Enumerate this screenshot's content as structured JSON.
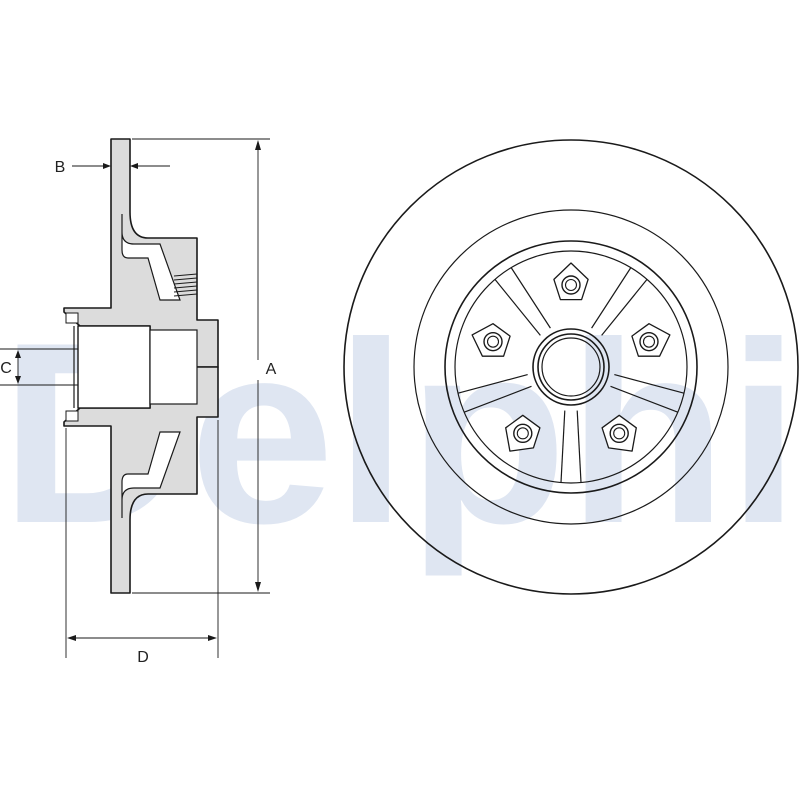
{
  "watermark": {
    "text": "Delphi",
    "color": "#dfe6f2"
  },
  "dimensions": {
    "A": "A",
    "B": "B",
    "C": "C",
    "D": "D"
  },
  "views": {
    "side": "brake-disc-hub-cross-section",
    "front": "brake-disc-front-view"
  },
  "front_view": {
    "stud_holes": 5,
    "vent_slots": 5
  },
  "colors": {
    "line": "#1a1a1a",
    "section_fill": "#dcdcdc",
    "watermark": "#dfe6f2"
  }
}
